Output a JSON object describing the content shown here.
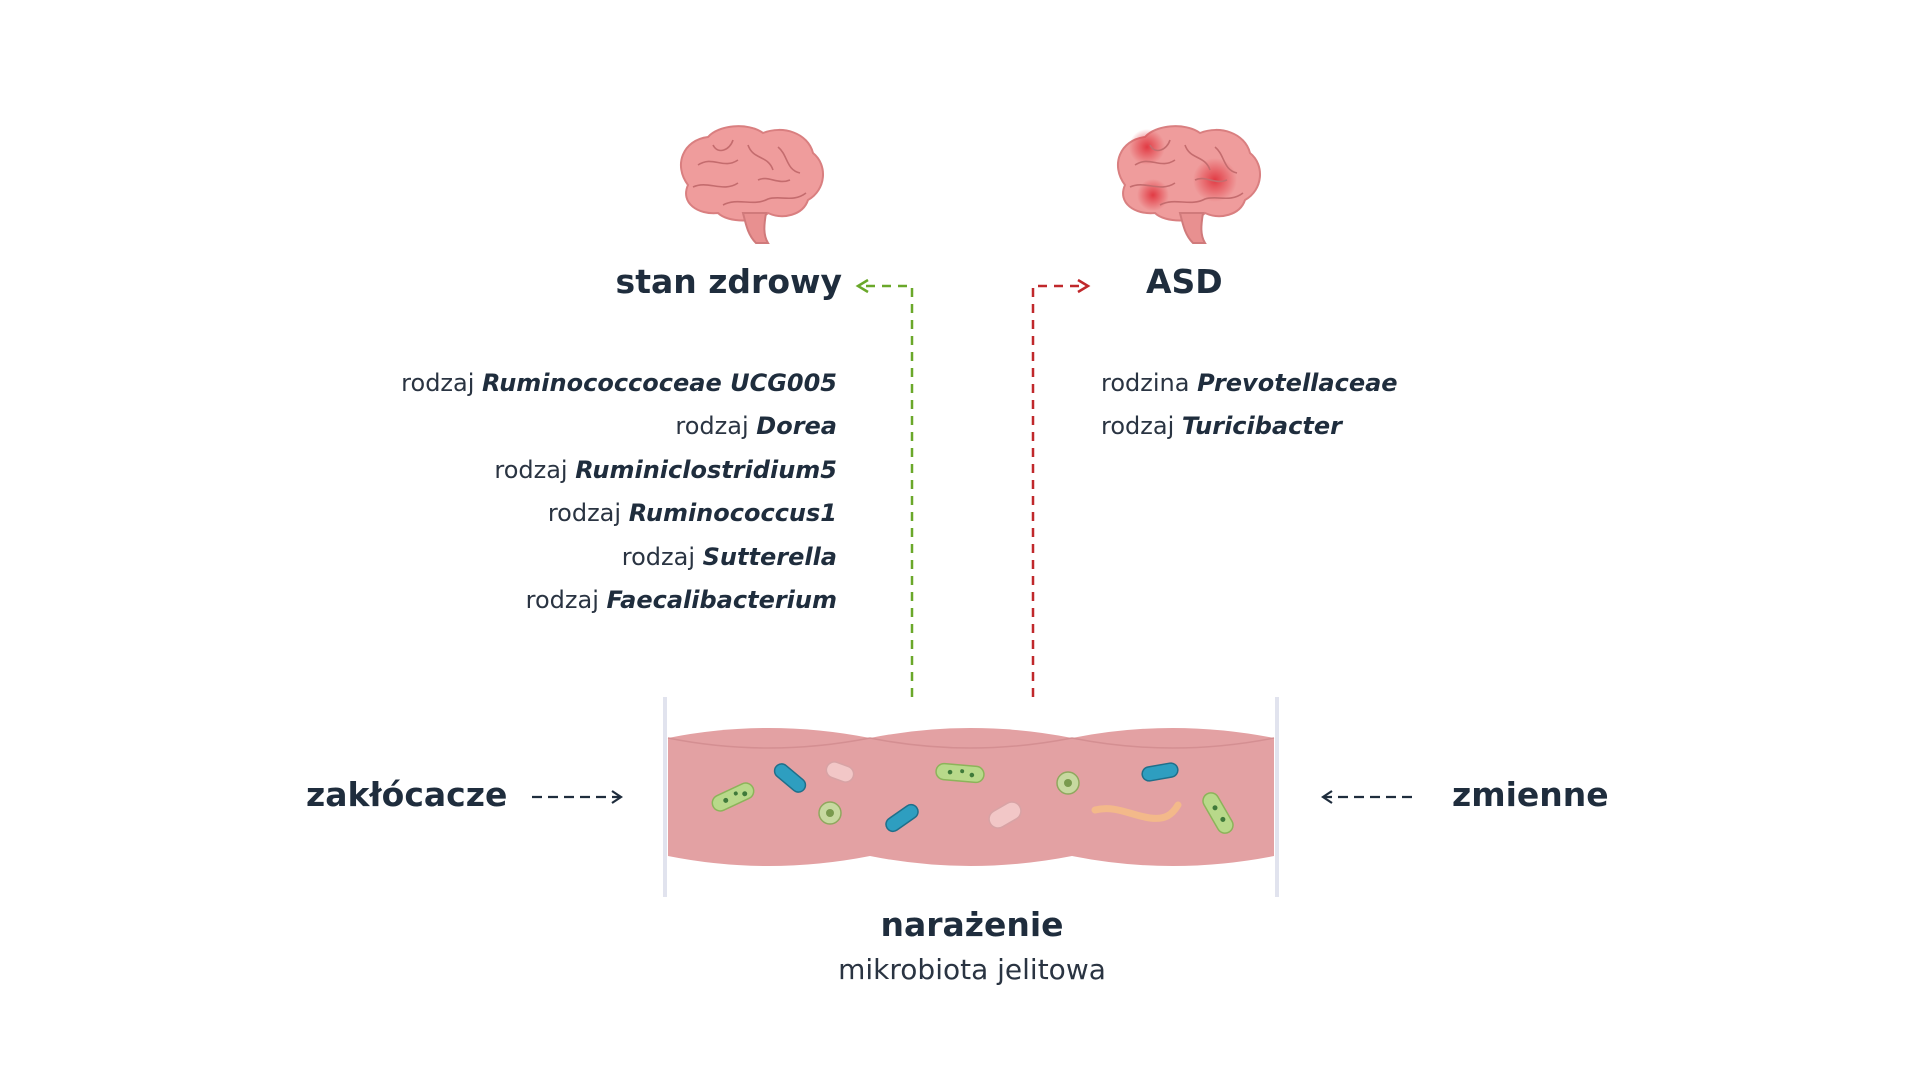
{
  "healthy": {
    "title": "stan zdrowy",
    "taxa": [
      {
        "rank": "rodzaj",
        "name": "Ruminococcoceae UCG005"
      },
      {
        "rank": "rodzaj",
        "name": "Dorea"
      },
      {
        "rank": "rodzaj",
        "name": "Ruminiclostridium5"
      },
      {
        "rank": "rodzaj",
        "name": "Ruminococcus1"
      },
      {
        "rank": "rodzaj",
        "name": "Sutterella"
      },
      {
        "rank": "rodzaj",
        "name": "Faecalibacterium"
      }
    ]
  },
  "asd": {
    "title": "ASD",
    "taxa": [
      {
        "rank": "rodzina",
        "name": "Prevotellaceae"
      },
      {
        "rank": "rodzaj",
        "name": "Turicibacter"
      }
    ]
  },
  "confounders": "zakłócacze",
  "variables": "zmienne",
  "exposure": {
    "title": "narażenie",
    "subtitle": "mikrobiota jelitowa"
  },
  "colors": {
    "healthy_arrow": "#6aa82a",
    "asd_arrow": "#c0282b",
    "gut": "#e3a1a3",
    "brain": "#ef9c9c",
    "text": "#1f2d3d"
  }
}
